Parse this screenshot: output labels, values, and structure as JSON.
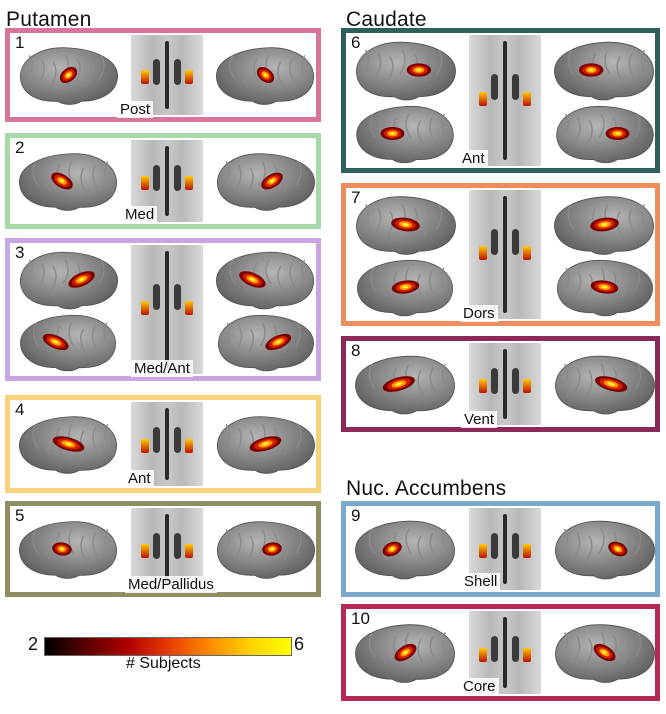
{
  "sections": {
    "putamen": "Putamen",
    "caudate": "Caudate",
    "accumbens": "Nuc. Accumbens"
  },
  "panels": [
    {
      "num": "1",
      "label": "Post",
      "border": "#d8759a",
      "view": "lateral"
    },
    {
      "num": "2",
      "label": "Med",
      "border": "#a6d8a8",
      "view": "medial"
    },
    {
      "num": "3",
      "label": "Med/Ant",
      "border": "#c9a5e2",
      "view": "both"
    },
    {
      "num": "4",
      "label": "Ant",
      "border": "#f6d27a",
      "view": "medial"
    },
    {
      "num": "5",
      "label": "Med/Pallidus",
      "border": "#8e8e60",
      "view": "medial"
    },
    {
      "num": "6",
      "label": "Ant",
      "border": "#2e5f5a",
      "view": "both"
    },
    {
      "num": "7",
      "label": "Dors",
      "border": "#ed8e5c",
      "view": "both"
    },
    {
      "num": "8",
      "label": "Vent",
      "border": "#8b2a5a",
      "view": "medial"
    },
    {
      "num": "9",
      "label": "Shell",
      "border": "#7aa7cc",
      "view": "medial"
    },
    {
      "num": "10",
      "label": "Core",
      "border": "#b52a55",
      "view": "ventral"
    }
  ],
  "colorbar": {
    "min": "2",
    "max": "6",
    "title": "# Subjects",
    "colors": [
      "#000000",
      "#5a0000",
      "#b00000",
      "#e63a00",
      "#ff8a00",
      "#ffd200",
      "#ffff00"
    ]
  }
}
